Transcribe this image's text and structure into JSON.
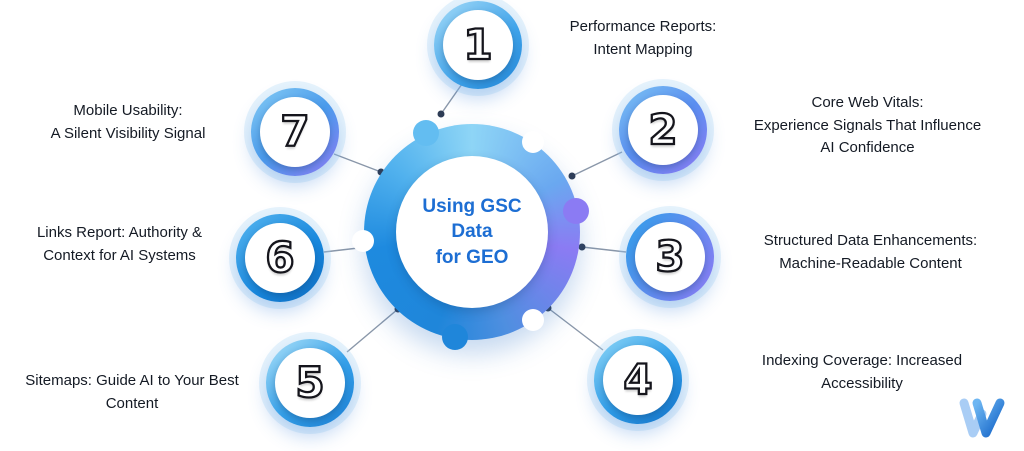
{
  "center": {
    "title_lines": [
      "Using GSC",
      "Data",
      "for GEO"
    ]
  },
  "nodes": [
    {
      "number": "1",
      "label": [
        "Performance Reports:",
        "Intent Mapping"
      ]
    },
    {
      "number": "2",
      "label": [
        "Core Web Vitals:",
        "Experience Signals That Influence",
        "AI Confidence"
      ]
    },
    {
      "number": "3",
      "label": [
        "Structured Data Enhancements:",
        "Machine-Readable Content"
      ]
    },
    {
      "number": "4",
      "label": [
        "Indexing Coverage: Increased",
        "Accessibility"
      ]
    },
    {
      "number": "5",
      "label": [
        "Sitemaps: Guide AI to Your Best",
        "Content"
      ]
    },
    {
      "number": "6",
      "label": [
        "Links Report: Authority &",
        "Context for AI Systems"
      ]
    },
    {
      "number": "7",
      "label": [
        "Mobile Usability:",
        "A Silent Visibility Signal"
      ]
    }
  ],
  "colors": {
    "accent_blue": "#2e9ce8",
    "accent_purple": "#8b7bf3",
    "deep_blue": "#1f86da",
    "center_text": "#1d6ed3",
    "label_text": "#141a24",
    "connector_line": "#8a97a9",
    "connector_dot": "#2e3c55"
  },
  "icons": {
    "logo": "w-ribbon-logo",
    "center_shape": "puzzle-circle"
  }
}
